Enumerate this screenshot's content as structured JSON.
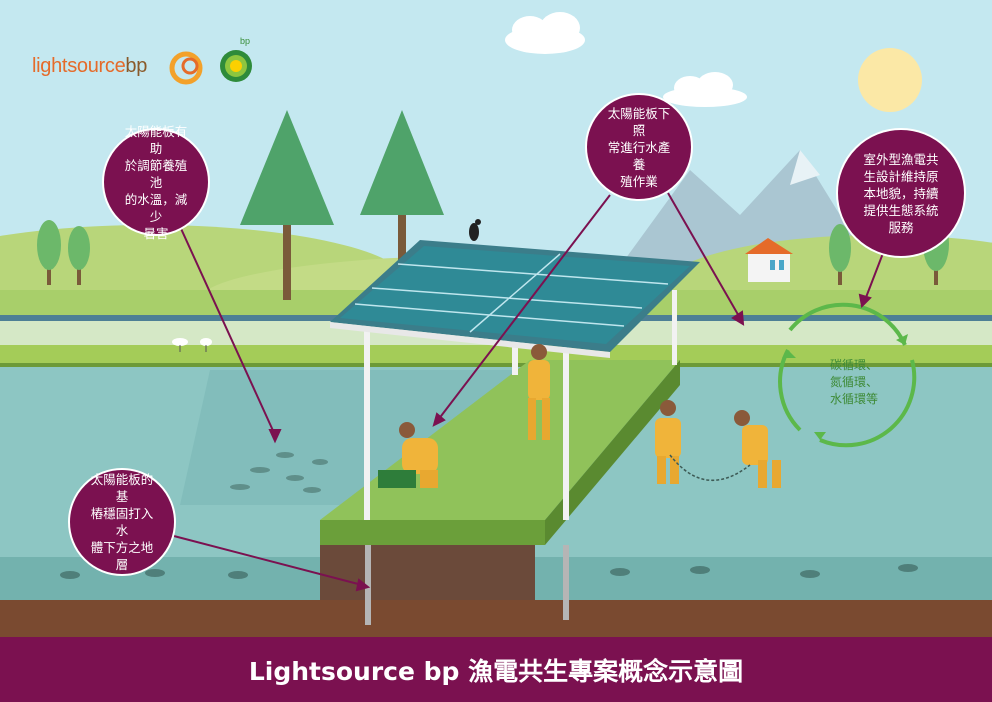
{
  "brand": {
    "logo_text": "lightsource",
    "logo_suffix": "bp",
    "bp_label": "bp",
    "colors": {
      "magenta": "#7b1150",
      "orange": "#e56b2a",
      "green": "#3d8a35"
    }
  },
  "callouts": {
    "water_temp": "太陽能板有助\n於調節養殖池\n的水溫，減少\n暑害",
    "aquaculture": "太陽能板下照\n常進行水產養\n殖作業",
    "ecosystem": "室外型漁電共\n生設計維持原\n本地貌，持續\n提供生態系統\n服務",
    "foundation": "太陽能板的基\n樁穩固打入水\n體下方之地層"
  },
  "cycle_label": "碳循環、\n氮循環、\n水循環等",
  "footer": {
    "title": "Lightsource bp 漁電共生專案概念示意圖"
  }
}
